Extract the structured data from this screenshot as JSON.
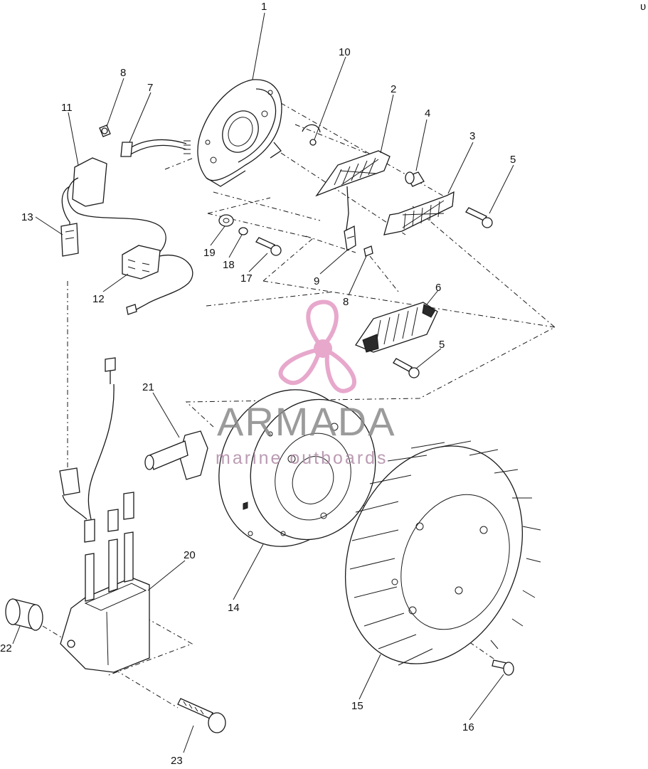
{
  "diagram": {
    "corner_mark": "υ",
    "watermark": {
      "brand": "ARMADA",
      "tagline": "marine outboards",
      "logo_color": "#e39ac4",
      "text_color": "#8a8a8a"
    },
    "parts": [
      {
        "ref": "1"
      },
      {
        "ref": "2"
      },
      {
        "ref": "3"
      },
      {
        "ref": "4"
      },
      {
        "ref": "5"
      },
      {
        "ref": "5"
      },
      {
        "ref": "6"
      },
      {
        "ref": "7"
      },
      {
        "ref": "8"
      },
      {
        "ref": "8"
      },
      {
        "ref": "9"
      },
      {
        "ref": "10"
      },
      {
        "ref": "11"
      },
      {
        "ref": "12"
      },
      {
        "ref": "13"
      },
      {
        "ref": "14"
      },
      {
        "ref": "15"
      },
      {
        "ref": "16"
      },
      {
        "ref": "17"
      },
      {
        "ref": "18"
      },
      {
        "ref": "19"
      },
      {
        "ref": "20"
      },
      {
        "ref": "21"
      },
      {
        "ref": "22"
      },
      {
        "ref": "23"
      }
    ]
  }
}
